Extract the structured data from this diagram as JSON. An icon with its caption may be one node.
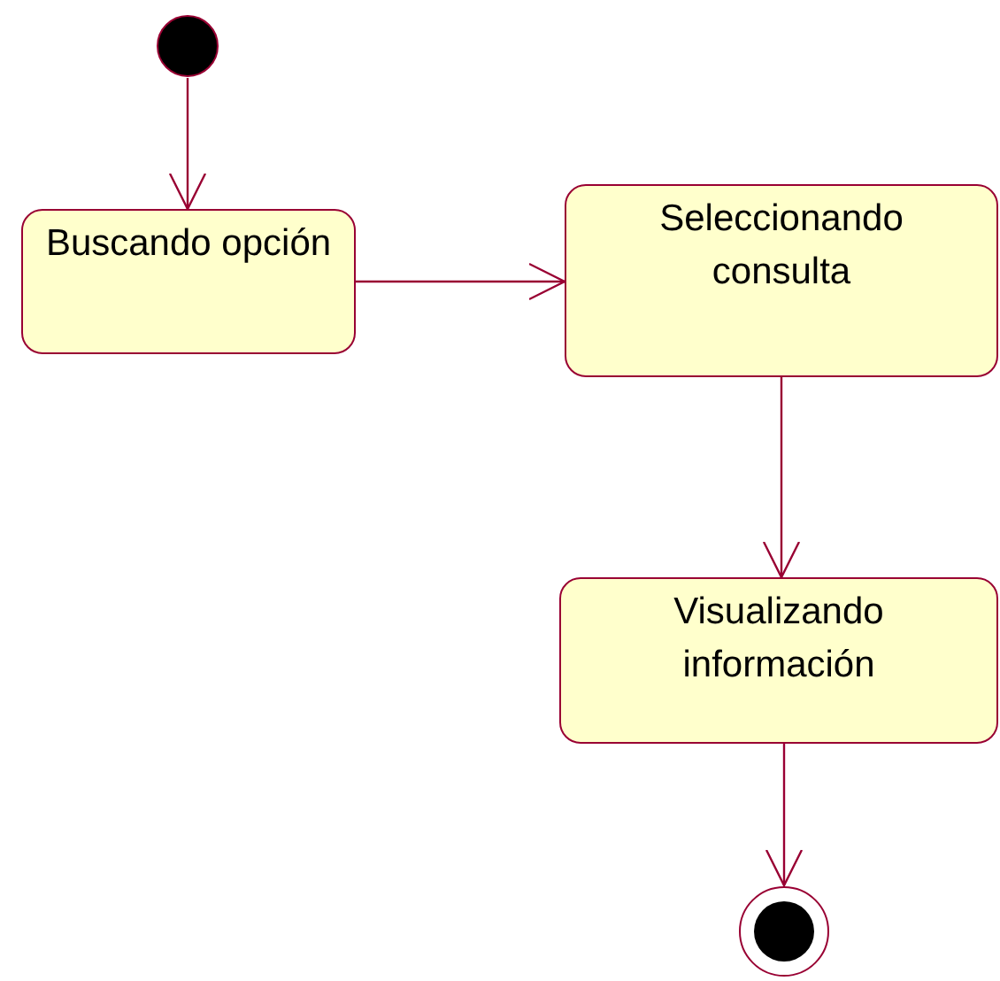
{
  "diagram": {
    "nodes": [
      {
        "text": [],
        "shape": "circle"
      },
      {
        "text": [
          "Buscando opción"
        ]
      },
      {
        "text": [
          "Seleccionando consulta"
        ]
      },
      {
        "text": [
          "Visualizando información"
        ]
      },
      {
        "text": [],
        "shape": "bullseye"
      }
    ],
    "edges": [
      {
        "from": 0,
        "to": 1,
        "arrow": "to"
      },
      {
        "from": 1,
        "to": 2,
        "arrow": "to"
      },
      {
        "from": 2,
        "to": 3,
        "arrow": "to"
      },
      {
        "from": 3,
        "to": 4,
        "arrow": "to"
      }
    ]
  }
}
